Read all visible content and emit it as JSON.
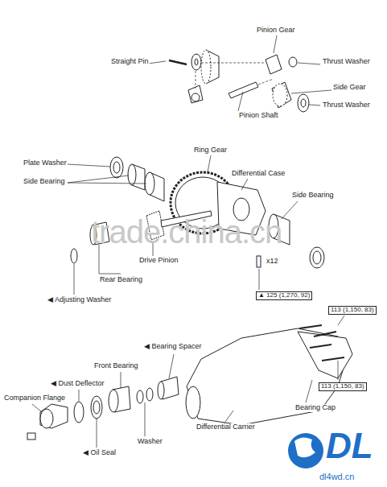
{
  "diagram": {
    "labels": [
      "Pinion Gear",
      "Straight Pin",
      "Thrust Washer",
      "Side Gear",
      "Pinion Shaft",
      "Thrust Washer",
      "Ring Gear",
      "Plate Washer",
      "Differential Case",
      "Side Bearing",
      "Side Bearing",
      "trade.china.cn",
      "Drive Pinion",
      "Rear Bearing",
      "x12",
      "◀ Adjusting Washer",
      "▲ 125 (1,270, 92)",
      "113 (1,150, 83)",
      "◀ Bearing Spacer",
      "Front Bearing",
      "◀ Dust Deflector",
      "Companion Flange",
      "Differential Carrier",
      "Bearing Cap",
      "113 (1,150, 83)",
      "Washer",
      "◀ Oil Seal",
      "DL",
      "dl4wd.cn"
    ]
  }
}
